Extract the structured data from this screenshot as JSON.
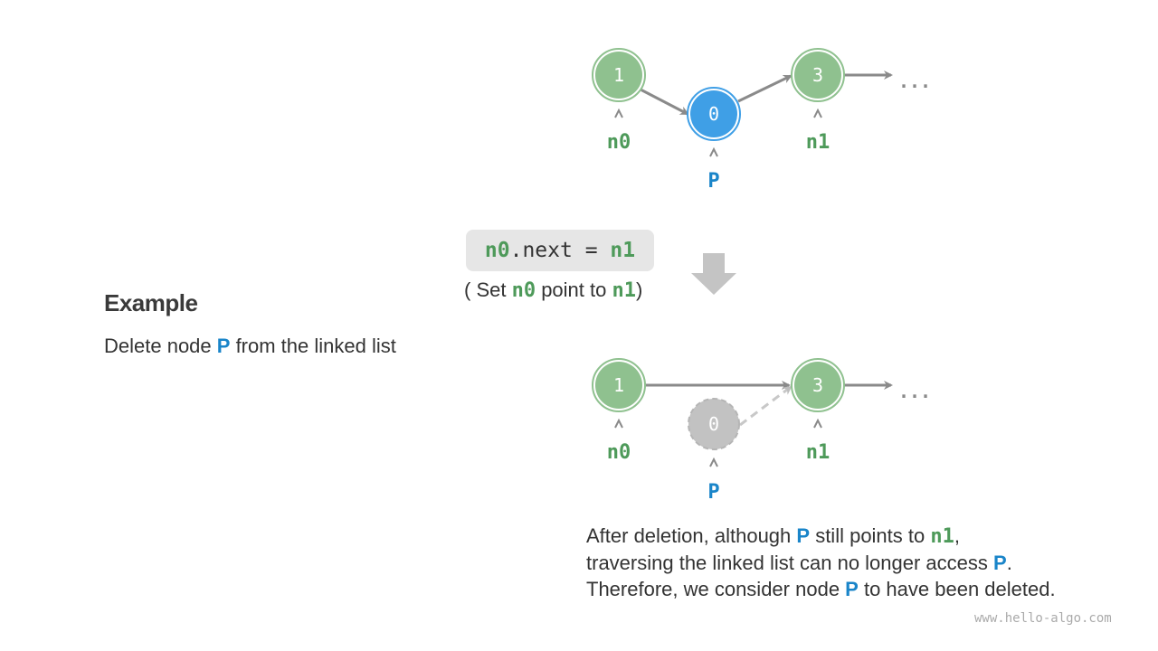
{
  "example": {
    "heading": "Example",
    "desc_prefix": "Delete node ",
    "desc_p": "P",
    "desc_suffix": " from the linked list"
  },
  "top_list": {
    "nodes": [
      "1",
      "0",
      "3"
    ],
    "ellipsis": "...",
    "labels": {
      "n0": "n0",
      "p": "P",
      "n1": "n1"
    }
  },
  "code": {
    "var": "n0",
    "mid": ".next = ",
    "target": "n1"
  },
  "code_note": {
    "open": "( Set ",
    "var": "n0",
    "mid": " point to ",
    "target": "n1",
    "close": ")"
  },
  "bottom_list": {
    "nodes": [
      "1",
      "0",
      "3"
    ],
    "ellipsis": "...",
    "labels": {
      "n0": "n0",
      "p": "P",
      "n1": "n1"
    }
  },
  "after_text": {
    "l1_a": "After deletion, although ",
    "l1_p": "P",
    "l1_b": " still points to ",
    "l1_n1": "n1",
    "l1_c": ",",
    "l2_a": "traversing the linked list can no longer access ",
    "l2_p": "P",
    "l2_b": ".",
    "l3_a": "Therefore, we consider node ",
    "l3_p": "P",
    "l3_b": " to have been deleted."
  },
  "watermark": "www.hello-algo.com",
  "colors": {
    "green_node": "#8fc18f",
    "green_text": "#4e9a5a",
    "blue_node": "#3f9fe6",
    "blue_text": "#1a85c9",
    "gray_node": "#c2c2c2",
    "arrow": "#8a8a8a"
  }
}
